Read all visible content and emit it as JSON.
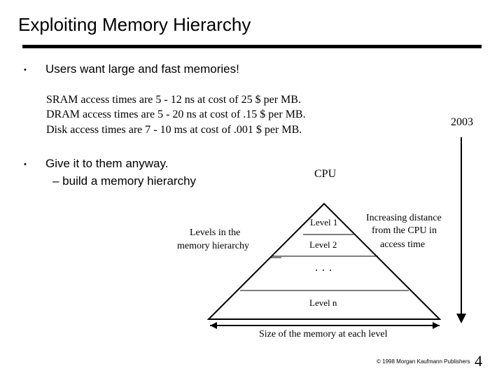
{
  "slide": {
    "title": "Exploiting Memory Hierarchy",
    "bullets": [
      {
        "marker": "•",
        "text": "Users want large and fast memories!"
      },
      {
        "marker": "•",
        "text": "Give it to them anyway.",
        "sub": "– build a memory hierarchy"
      }
    ],
    "access_lines": [
      "SRAM access times are 5 - 12 ns at cost of 25 $ per MB.",
      "DRAM access times are 5 - 20 ns at cost of .15 $ per MB.",
      "Disk access times are 7 - 10 ms at cost of .001 $ per MB."
    ],
    "year": "2003"
  },
  "diagram": {
    "cpu_label": "CPU",
    "level_labels": [
      "Level 1",
      "Level 2",
      "Level n"
    ],
    "ellipsis": "...",
    "levels_caption": [
      "Levels in the",
      "memory hierarchy"
    ],
    "distance_caption": [
      "Increasing distance",
      "from the CPU in",
      "access time"
    ],
    "size_caption": "Size of the memory at each level"
  },
  "footer": {
    "copyright": "© 1998 Morgan Kaufmann Publishers",
    "page_number": "4"
  }
}
